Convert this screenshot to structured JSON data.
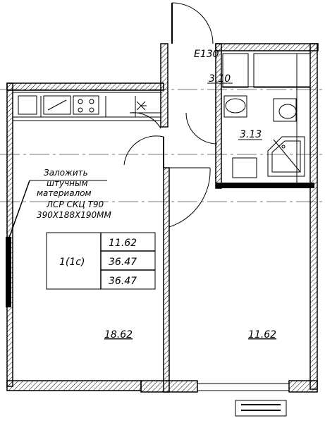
{
  "plan": {
    "note": {
      "line1": "Заложить",
      "line2": "штучным",
      "line3": "материалом",
      "line4": "ЛСР СКЦ Т90",
      "line5": "390Х188Х190ММ"
    },
    "apartment": {
      "code": "1(1с)",
      "area_living": "11.62",
      "area_total": "36.47",
      "area_total_balcony": "36.47"
    },
    "rooms": {
      "kitchen_area": "18.62",
      "room_area": "11.62",
      "hall_area": "3.10",
      "bath_area": "3.13"
    },
    "shaft_code": "Е130"
  }
}
